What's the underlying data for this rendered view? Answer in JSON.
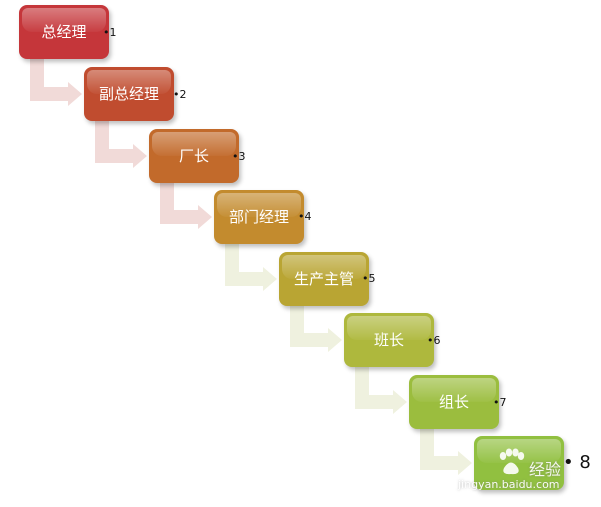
{
  "diagram": {
    "steps": [
      {
        "label": "总经理",
        "note": "•1",
        "color": "#c5363a"
      },
      {
        "label": "副总经理",
        "note": "•2",
        "color": "#c04c2f"
      },
      {
        "label": "厂长",
        "note": "•3",
        "color": "#c26a2b"
      },
      {
        "label": "部门经理",
        "note": "•4",
        "color": "#c38b2e"
      },
      {
        "label": "生产主管",
        "note": "•5",
        "color": "#b9a533"
      },
      {
        "label": "班长",
        "note": "•6",
        "color": "#aeb83d"
      },
      {
        "label": "组长",
        "note": "•7",
        "color": "#9bbd3e"
      },
      {
        "label": "",
        "note": "• 8",
        "color": "#91c040"
      }
    ]
  },
  "colors": {
    "connector": "#f0d8d6",
    "connector_light": "#eef0dd",
    "background": "#ffffff"
  },
  "watermark": {
    "text": "经验",
    "url": "jingyan.baidu.com",
    "icon": "paw-icon"
  }
}
